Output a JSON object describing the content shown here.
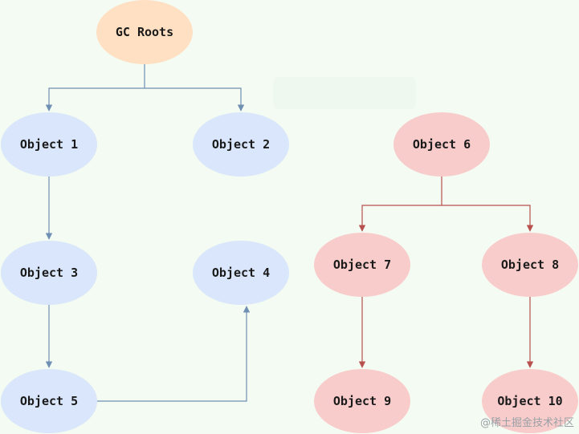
{
  "diagram": {
    "nodes": {
      "gc_roots": "GC Roots",
      "object_1": "Object 1",
      "object_2": "Object 2",
      "object_3": "Object 3",
      "object_4": "Object 4",
      "object_5": "Object 5",
      "object_6": "Object 6",
      "object_7": "Object 7",
      "object_8": "Object 8",
      "object_9": "Object 9",
      "object_10": "Object 10"
    },
    "colors": {
      "root_fill": "#ffe0c2",
      "reachable_fill": "#d9e6fb",
      "unreachable_fill": "#f8cccb",
      "reachable_edge": "#6f8fb3",
      "unreachable_edge": "#b8504e"
    }
  },
  "watermark": "@稀土掘金技术社区"
}
